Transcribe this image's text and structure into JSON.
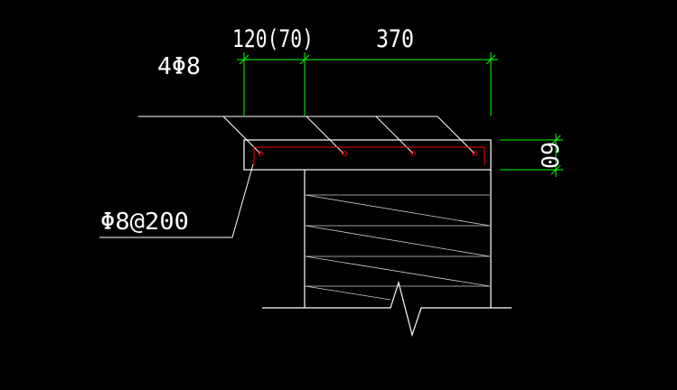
{
  "drawing": {
    "labels": {
      "dim_left": "120(70)",
      "dim_right": "370",
      "dim_vertical": "60",
      "rebar_top": "4Φ8",
      "rebar_side": "Φ8@200"
    },
    "colors": {
      "background": "#000000",
      "outline": "#ffffff",
      "dimension": "#00ff00",
      "rebar": "#ff0000",
      "hatch": "#cfcfcf"
    }
  }
}
